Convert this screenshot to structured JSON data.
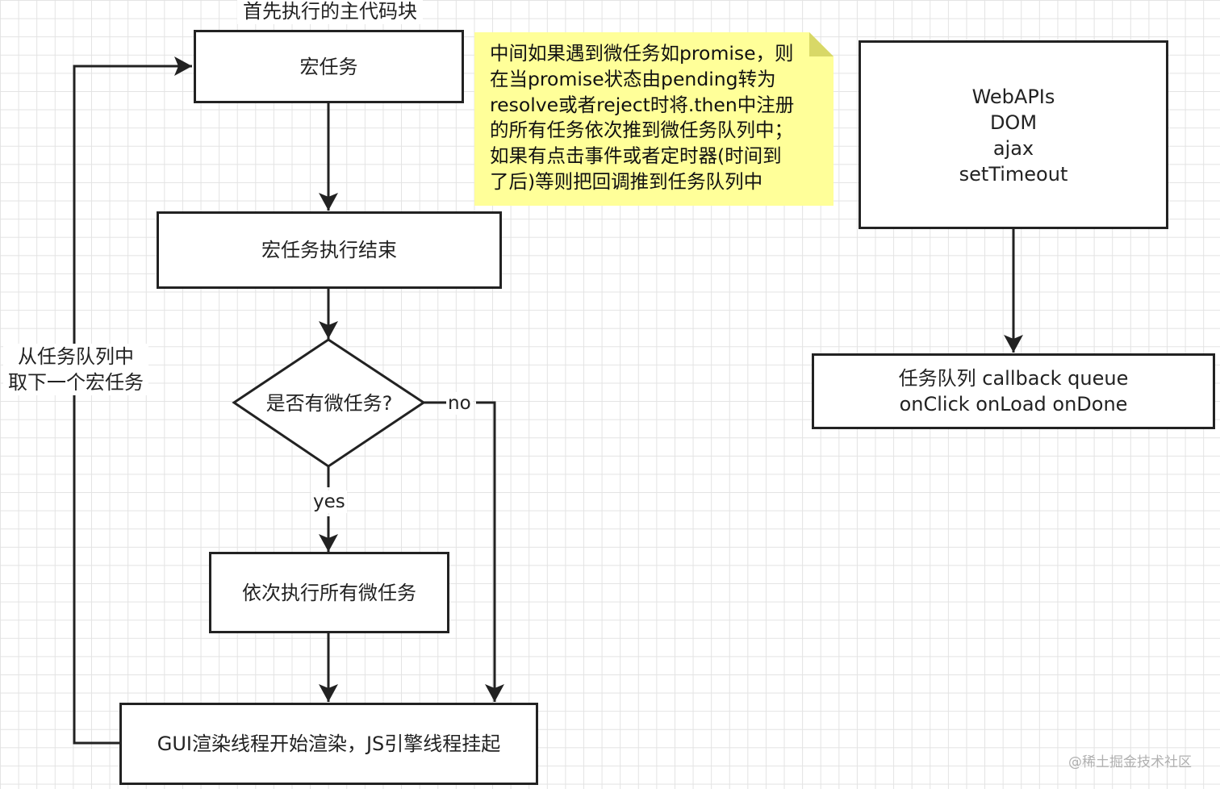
{
  "diagram": {
    "top_label": "首先执行的主代码块",
    "macro_task": "宏任务",
    "macro_task_done": "宏任务执行结束",
    "decision": "是否有微任务?",
    "decision_yes": "yes",
    "decision_no": "no",
    "run_micro_tasks": "依次执行所有微任务",
    "gui_render": "GUI渲染线程开始渲染，JS引擎线程挂起",
    "loop_label": {
      "line1": "从任务队列中",
      "line2": "取下一个宏任务"
    },
    "note": {
      "lines": [
        "中间如果遇到微任务如promise，则",
        "在当promise状态由pending转为",
        "resolve或者reject时将.then中注册",
        "的所有任务依次推到微任务队列中；",
        "如果有点击事件或者定时器(时间到",
        "了后)等则把回调推到任务队列中"
      ]
    },
    "webapis": {
      "lines": [
        "WebAPIs",
        "DOM",
        "ajax",
        "setTimeout"
      ]
    },
    "task_queue": {
      "line1": "任务队列 callback queue",
      "line2": "onClick onLoad onDone"
    }
  },
  "watermark": "@稀土掘金技术社区",
  "colors": {
    "stroke": "#222222",
    "note_background": "#ffff99",
    "grid": "#e3e3e3"
  }
}
